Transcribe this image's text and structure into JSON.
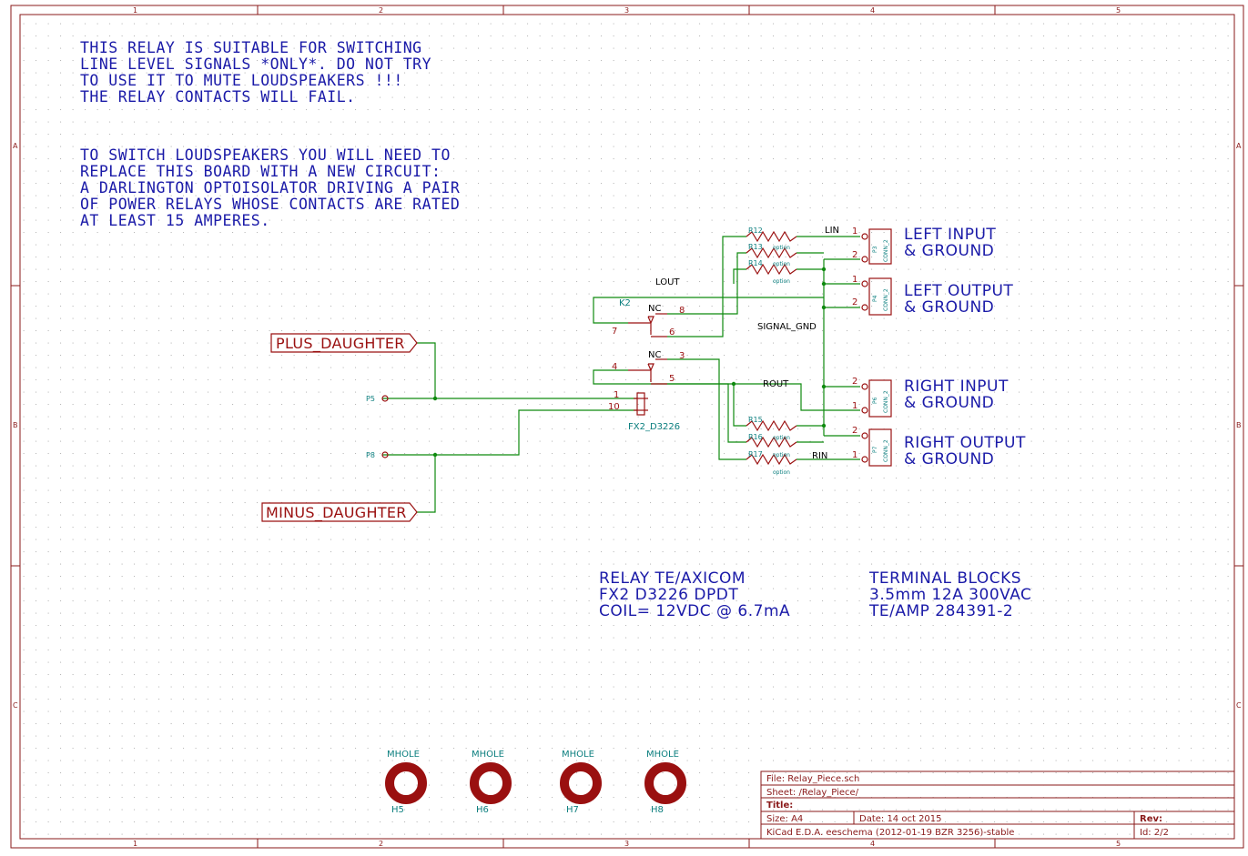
{
  "notes": {
    "warning": [
      "THIS RELAY IS SUITABLE FOR SWITCHING",
      "LINE LEVEL SIGNALS *ONLY*.  DO NOT TRY",
      "TO USE IT TO MUTE LOUDSPEAKERS !!!",
      "THE RELAY CONTACTS WILL FAIL."
    ],
    "advice": [
      "TO SWITCH LOUDSPEAKERS YOU WILL NEED TO",
      "REPLACE THIS BOARD WITH A NEW CIRCUIT:",
      "A DARLINGTON OPTOISOLATOR DRIVING A PAIR",
      "OF POWER RELAYS WHOSE CONTACTS ARE RATED",
      "AT LEAST 15 AMPERES."
    ],
    "relay_info": [
      "RELAY  TE/AXICOM",
      "FX2 D3226  DPDT",
      "COIL= 12VDC @ 6.7mA"
    ],
    "terminal_info": [
      "TERMINAL BLOCKS",
      "3.5mm  12A  300VAC",
      "TE/AMP 284391-2"
    ]
  },
  "connectors": {
    "left_input": [
      "LEFT INPUT",
      "& GROUND"
    ],
    "left_output": [
      "LEFT OUTPUT",
      "& GROUND"
    ],
    "right_input": [
      "RIGHT INPUT",
      "& GROUND"
    ],
    "right_output": [
      "RIGHT OUTPUT",
      "& GROUND"
    ],
    "refs": [
      "P3",
      "P4",
      "P6",
      "P7"
    ],
    "value": "CONN_2"
  },
  "hier_labels": {
    "plus": "PLUS_DAUGHTER",
    "minus": "MINUS_DAUGHTER"
  },
  "net_labels": {
    "lin": "LIN",
    "lout": "LOUT",
    "signal_gnd": "SIGNAL_GND",
    "rout": "ROUT",
    "rin": "RIN"
  },
  "relay": {
    "ref": "K2",
    "value": "FX2_D3226",
    "nc": "NC"
  },
  "resistors": {
    "refs": [
      "R12",
      "R13",
      "R14",
      "R15",
      "R16",
      "R17"
    ],
    "value": "option"
  },
  "pins": {
    "p5": "P5",
    "p8": "P8",
    "relay": [
      "7",
      "6",
      "8",
      "4",
      "5",
      "3",
      "1",
      "10"
    ],
    "conn": [
      "1",
      "2"
    ]
  },
  "mholes": {
    "value": "MHOLE",
    "refs": [
      "H5",
      "H6",
      "H7",
      "H8"
    ]
  },
  "title_block": {
    "file": "File: Relay_Piece.sch",
    "sheet": "Sheet: /Relay_Piece/",
    "title": "Title:",
    "size": "Size: A4",
    "date": "Date: 14 oct 2015",
    "rev": "Rev:",
    "app": "KiCad E.D.A.  eeschema (2012-01-19 BZR 3256)-stable",
    "id": "Id: 2/2"
  },
  "frame": {
    "cols": [
      "1",
      "2",
      "3",
      "4",
      "5"
    ],
    "rows": [
      "A",
      "B",
      "C"
    ]
  }
}
